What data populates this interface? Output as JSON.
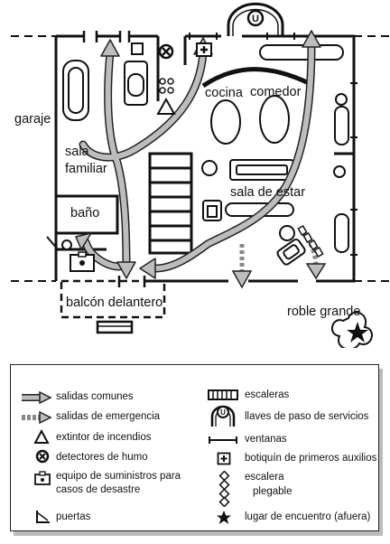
{
  "plan": {
    "outside_labels": {
      "garage": "garaje",
      "front_balcony": "balcón delantero",
      "big_oak": "roble grande"
    },
    "rooms": {
      "kitchen": "cocina",
      "dining": "comedor",
      "family_room_1": "sala",
      "family_room_2": "familiar",
      "living_room": "sala de estar",
      "bathroom": "baño"
    },
    "utility_key_letter": "U"
  },
  "legend": {
    "left": [
      {
        "icon": "common-exit-arrow-icon",
        "label": "salidas comunes"
      },
      {
        "icon": "emergency-exit-arrow-icon",
        "label": "salidas de emergencia"
      },
      {
        "icon": "fire-extinguisher-triangle-icon",
        "label": "extintor de incendios"
      },
      {
        "icon": "smoke-detector-icon",
        "label": "detectores de humo"
      },
      {
        "icon": "disaster-kit-icon",
        "label_line1": "equipo de suministros para",
        "label_line2": "casos de desastre"
      },
      {
        "icon": "door-icon",
        "label": "puertas"
      }
    ],
    "right": [
      {
        "icon": "stairs-icon",
        "label": "escaleras"
      },
      {
        "icon": "utility-shutoff-icon",
        "label": "llaves de paso de servicios"
      },
      {
        "icon": "window-icon",
        "label": "ventanas"
      },
      {
        "icon": "first-aid-kit-icon",
        "label": "botiquín de primeros auxilios"
      },
      {
        "icon": "folding-ladder-icon",
        "label_line1": "escalera",
        "label_line2": "plegable"
      },
      {
        "icon": "meeting-place-star-icon",
        "label": "lugar de encuentro (afuera)"
      }
    ]
  }
}
